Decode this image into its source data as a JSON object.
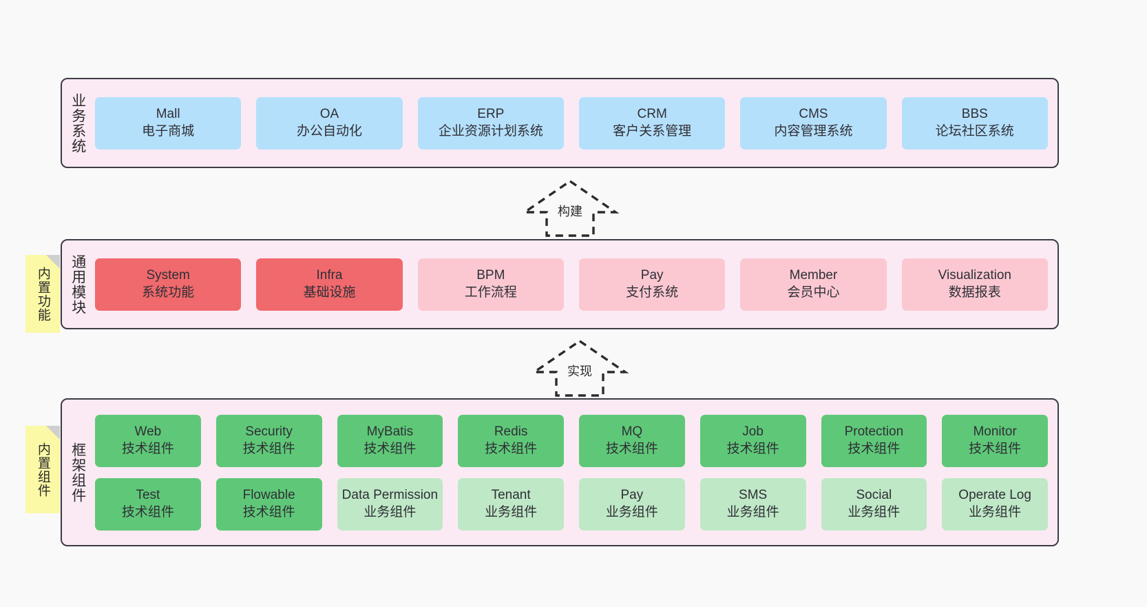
{
  "diagram": {
    "background": "#f9f9f9",
    "layer_fill": "#fbeaf4",
    "layer_stroke": "#3c3c44",
    "note_fill": "#fbf8a6",
    "colors": {
      "business_card": "#b5e0fb",
      "module_primary": "#f0696c",
      "module_secondary": "#fbc8d2",
      "tech_component": "#5fc878",
      "biz_component": "#bfe8c6"
    }
  },
  "layers": {
    "business": {
      "title": "业务系统",
      "cards": [
        {
          "name": "Mall",
          "sub": "电子商城"
        },
        {
          "name": "OA",
          "sub": "办公自动化"
        },
        {
          "name": "ERP",
          "sub": "企业资源计划系统"
        },
        {
          "name": "CRM",
          "sub": "客户关系管理"
        },
        {
          "name": "CMS",
          "sub": "内容管理系统"
        },
        {
          "name": "BBS",
          "sub": "论坛社区系统"
        }
      ]
    },
    "modules": {
      "title": "通用模块",
      "note": "内置功能",
      "cards": [
        {
          "name": "System",
          "sub": "系统功能",
          "tone": "primary"
        },
        {
          "name": "Infra",
          "sub": "基础设施",
          "tone": "primary"
        },
        {
          "name": "BPM",
          "sub": "工作流程",
          "tone": "secondary"
        },
        {
          "name": "Pay",
          "sub": "支付系统",
          "tone": "secondary"
        },
        {
          "name": "Member",
          "sub": "会员中心",
          "tone": "secondary"
        },
        {
          "name": "Visualization",
          "sub": "数据报表",
          "tone": "secondary"
        }
      ]
    },
    "framework": {
      "title": "框架组件",
      "note": "内置组件",
      "row1": [
        {
          "name": "Web",
          "sub": "技术组件",
          "tone": "tech"
        },
        {
          "name": "Security",
          "sub": "技术组件",
          "tone": "tech"
        },
        {
          "name": "MyBatis",
          "sub": "技术组件",
          "tone": "tech"
        },
        {
          "name": "Redis",
          "sub": "技术组件",
          "tone": "tech"
        },
        {
          "name": "MQ",
          "sub": "技术组件",
          "tone": "tech"
        },
        {
          "name": "Job",
          "sub": "技术组件",
          "tone": "tech"
        },
        {
          "name": "Protection",
          "sub": "技术组件",
          "tone": "tech"
        },
        {
          "name": "Monitor",
          "sub": "技术组件",
          "tone": "tech"
        }
      ],
      "row2": [
        {
          "name": "Test",
          "sub": "技术组件",
          "tone": "tech"
        },
        {
          "name": "Flowable",
          "sub": "技术组件",
          "tone": "tech"
        },
        {
          "name": "Data Permission",
          "sub": "业务组件",
          "tone": "biz"
        },
        {
          "name": "Tenant",
          "sub": "业务组件",
          "tone": "biz"
        },
        {
          "name": "Pay",
          "sub": "业务组件",
          "tone": "biz"
        },
        {
          "name": "SMS",
          "sub": "业务组件",
          "tone": "biz"
        },
        {
          "name": "Social",
          "sub": "业务组件",
          "tone": "biz"
        },
        {
          "name": "Operate Log",
          "sub": "业务组件",
          "tone": "biz"
        }
      ]
    }
  },
  "connectors": [
    {
      "label": "构建"
    },
    {
      "label": "实现"
    }
  ]
}
